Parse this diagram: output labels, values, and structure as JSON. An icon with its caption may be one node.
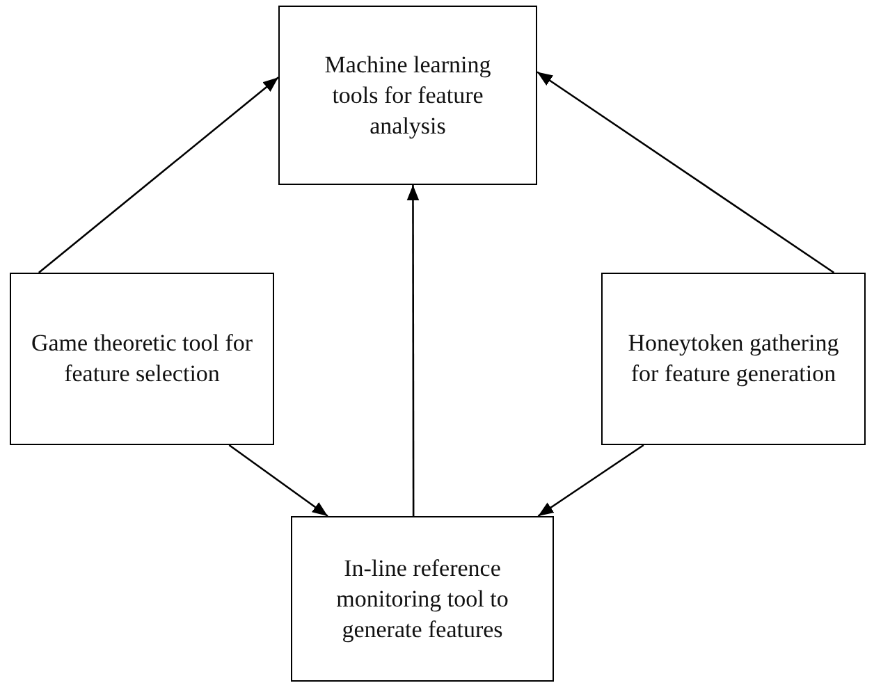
{
  "diagram": {
    "nodes": [
      {
        "text": [
          "Machine learning tools for feature analysis"
        ]
      },
      {
        "text": [
          "Game theoretic tool for feature selection"
        ]
      },
      {
        "text": [
          "Honeytoken gathering for feature generation"
        ]
      },
      {
        "text": [
          "In-line reference monitoring tool to generate features"
        ]
      }
    ],
    "edges": [
      {
        "from": 1,
        "to": 0,
        "arrow": "to"
      },
      {
        "from": 2,
        "to": 0,
        "arrow": "to"
      },
      {
        "from": 3,
        "to": 0,
        "arrow": "to"
      },
      {
        "from": 1,
        "to": 3,
        "arrow": "to"
      },
      {
        "from": 2,
        "to": 3,
        "arrow": "to"
      }
    ]
  }
}
